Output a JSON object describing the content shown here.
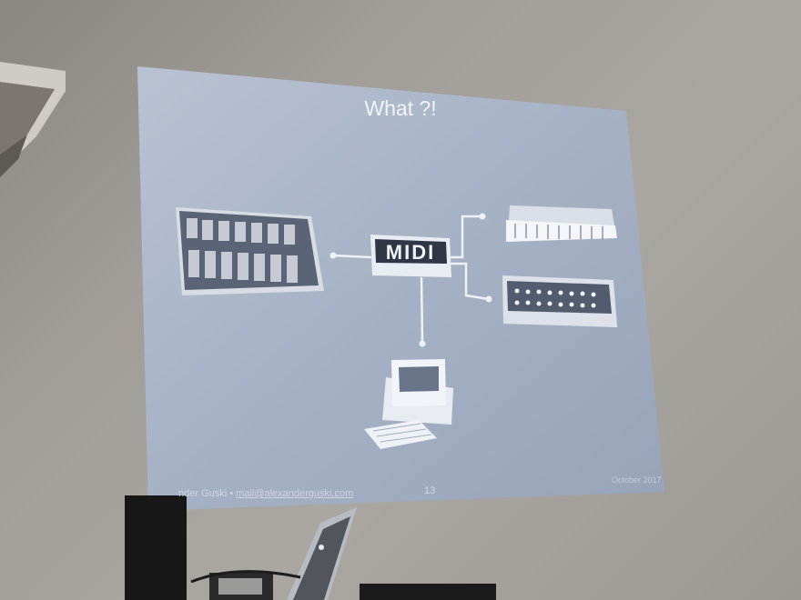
{
  "slide": {
    "title": "What ?!",
    "footer_author": "nder Guski • ",
    "footer_email": "mail@alexanderguski.com",
    "page_number": "13",
    "date": "October 2017",
    "center_label": "MIDI"
  },
  "devices": [
    "modular-synthesizer",
    "midi-interface",
    "keyboard-synthesizer",
    "analog-synthesizer-panel",
    "desktop-computer"
  ],
  "colors": {
    "wall": "#a19d99",
    "screen": "#a9b4c8",
    "slide_text": "#e8ecf3",
    "cable": "#eef1f6"
  }
}
